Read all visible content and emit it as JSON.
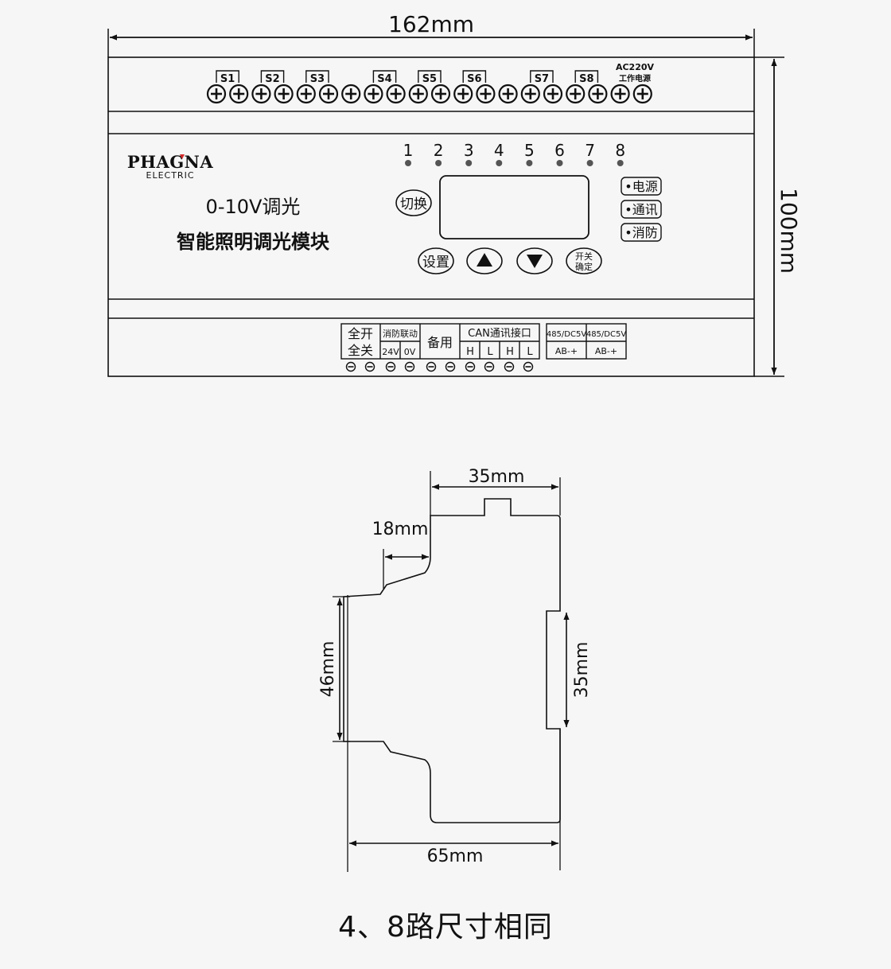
{
  "front_view": {
    "width_dim": "162mm",
    "height_dim": "100mm",
    "top_terminals": {
      "channel_labels": [
        "S1",
        "S2",
        "S3",
        "S4",
        "S5",
        "S6",
        "S7",
        "S8"
      ],
      "power_label_1": "AC220V",
      "power_label_2": "工作电源"
    },
    "brand": {
      "name": "PHAGNA",
      "sub": "ELECTRIC"
    },
    "product": {
      "line1": "0-10V调光",
      "line2": "智能照明调光模块"
    },
    "led_numbers": [
      "1",
      "2",
      "3",
      "4",
      "5",
      "6",
      "7",
      "8"
    ],
    "buttons": {
      "switch": "切换",
      "setup": "设置",
      "confirm_line1": "开关",
      "confirm_line2": "确定"
    },
    "indicators": [
      "•电源",
      "•通讯",
      "•消防"
    ],
    "bottom_terminals": {
      "all_on": "全开",
      "all_off": "全关",
      "fire_link": "消防联动",
      "v24": "24V",
      "v0": "0V",
      "spare": "备用",
      "can": "CAN通讯接口",
      "can_pins": [
        "H",
        "L",
        "H",
        "L"
      ],
      "rs485_a": "485/DC5V",
      "rs485_b": "485/DC5V",
      "pins_a": "AB-+",
      "pins_b": "AB-+"
    }
  },
  "side_view": {
    "top_width": "35mm",
    "step": "18mm",
    "rail_height": "46mm",
    "right_height": "35mm",
    "depth": "65mm"
  },
  "footer_note": "4、8路尺寸相同",
  "colors": {
    "line": "#111111",
    "led": "#555555",
    "background": "#f6f6f6"
  }
}
